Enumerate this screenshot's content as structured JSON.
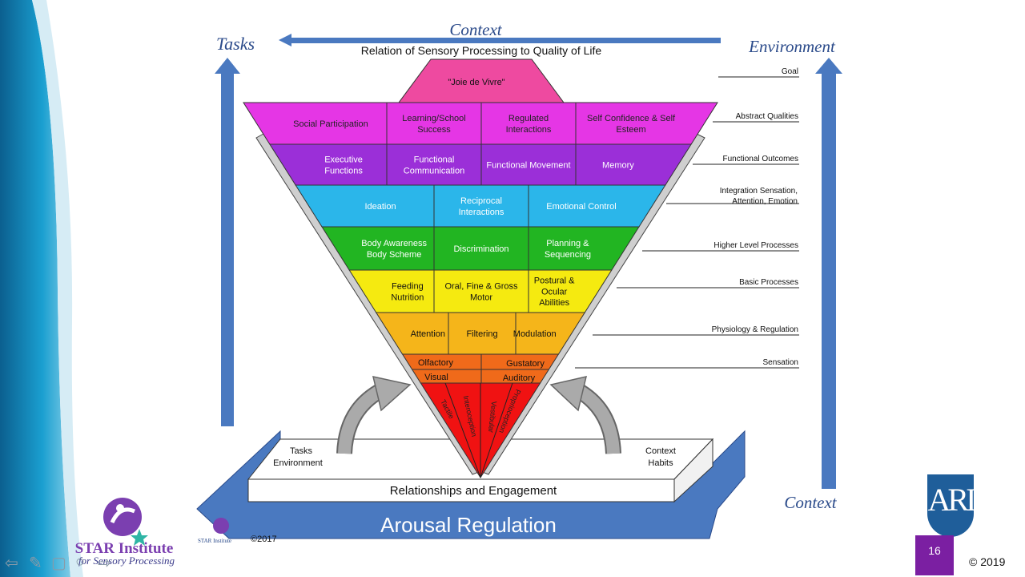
{
  "diagram": {
    "title": "Relation of Sensory Processing to Quality of Life",
    "arrows": {
      "tasks": "Tasks",
      "context_top": "Context",
      "environment": "Environment",
      "context_bottom": "Context"
    },
    "goal_label": "\"Joie de Vivre\"",
    "rows": {
      "abstract": [
        "Social Participation",
        "Learning/School Success",
        "Regulated Interactions",
        "Self Confidence & Self Esteem"
      ],
      "functional": [
        "Executive Functions",
        "Functional Communication",
        "Functional Movement",
        "Memory"
      ],
      "integration": [
        "Ideation",
        "Reciprocal Interactions",
        "Emotional Control"
      ],
      "higher": [
        "Body Awareness Body Scheme",
        "Discrimination",
        "Planning & Sequencing"
      ],
      "basic": [
        "Feeding Nutrition",
        "Oral, Fine & Gross Motor",
        "Postural & Ocular Abilities"
      ],
      "physiology": [
        "Attention",
        "Filtering",
        "Modulation"
      ],
      "sensation": [
        "Olfactory",
        "Gustatory",
        "Visual",
        "Auditory"
      ],
      "senses": [
        "Tactile",
        "Interoception",
        "Vestibular",
        "Proprioception"
      ]
    },
    "side_labels": [
      "Goal",
      "Abstract Qualities",
      "Functional Outcomes",
      "Integration Sensation, Attention, Emotion",
      "Higher Level Processes",
      "Basic Processes",
      "Physiology & Regulation",
      "Sensation"
    ],
    "base": {
      "left": "Tasks Environment",
      "right": "Context Habits",
      "relationships": "Relationships and Engagement",
      "arousal": "Arousal Regulation"
    },
    "small_logo_text": "STAR Institute",
    "copyright_diagram": "©2017"
  },
  "footer": {
    "logo_line1": "STAR Institute",
    "logo_line2": "for Sensory Processing",
    "seal_text": "ARI",
    "page_number": "16",
    "copyright": "© 2019"
  },
  "colors": {
    "goal": "#ee4aa0",
    "abstract": "#e536e5",
    "functional": "#9b2fd8",
    "integration": "#2bb6ea",
    "higher": "#22b522",
    "basic": "#f5ea10",
    "physiology": "#f5b51a",
    "sensation": "#f06a1a",
    "senses": "#f01212",
    "arrow": "#4a79c0",
    "navy": "#2a4a8a",
    "sidebar": "#1f7fb0"
  }
}
